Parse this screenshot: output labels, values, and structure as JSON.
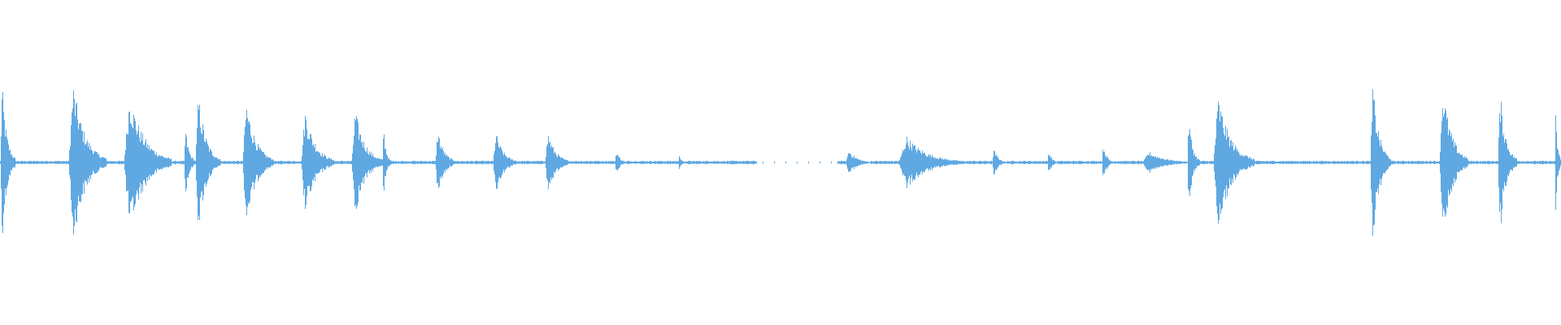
{
  "waveform": {
    "color": "#5FA8E2",
    "duration_s": 1920,
    "segments": [
      {
        "start": 0,
        "end": 18,
        "amp": 0.72
      },
      {
        "start": 84,
        "end": 130,
        "amp": 0.72
      },
      {
        "start": 152,
        "end": 210,
        "amp": 0.62
      },
      {
        "start": 226,
        "end": 240,
        "amp": 0.32
      },
      {
        "start": 240,
        "end": 270,
        "amp": 0.62
      },
      {
        "start": 298,
        "end": 336,
        "amp": 0.56
      },
      {
        "start": 370,
        "end": 410,
        "amp": 0.48
      },
      {
        "start": 432,
        "end": 470,
        "amp": 0.48
      },
      {
        "start": 470,
        "end": 480,
        "amp": 0.36
      },
      {
        "start": 535,
        "end": 560,
        "amp": 0.3
      },
      {
        "start": 606,
        "end": 635,
        "amp": 0.28
      },
      {
        "start": 670,
        "end": 700,
        "amp": 0.28
      },
      {
        "start": 756,
        "end": 770,
        "amp": 0.12
      },
      {
        "start": 834,
        "end": 842,
        "amp": 0.09
      },
      {
        "start": 1040,
        "end": 1070,
        "amp": 0.12
      },
      {
        "start": 1105,
        "end": 1185,
        "amp": 0.24
      },
      {
        "start": 1220,
        "end": 1238,
        "amp": 0.12
      },
      {
        "start": 1288,
        "end": 1300,
        "amp": 0.12
      },
      {
        "start": 1355,
        "end": 1368,
        "amp": 0.18
      },
      {
        "start": 1405,
        "end": 1468,
        "amp": 0.1
      },
      {
        "start": 1460,
        "end": 1475,
        "amp": 0.42
      },
      {
        "start": 1492,
        "end": 1542,
        "amp": 0.6
      },
      {
        "start": 1685,
        "end": 1710,
        "amp": 0.72
      },
      {
        "start": 1770,
        "end": 1805,
        "amp": 0.7
      },
      {
        "start": 1842,
        "end": 1865,
        "amp": 0.64
      },
      {
        "start": 1912,
        "end": 1920,
        "amp": 0.44
      }
    ]
  }
}
